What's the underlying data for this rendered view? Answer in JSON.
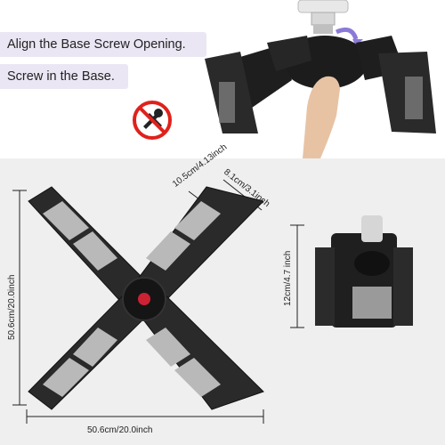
{
  "steps": {
    "step1": "Align the Base Screw Opening.",
    "step2": "Screw in the Base."
  },
  "icons": {
    "no_tools": "no-tools-icon"
  },
  "dimensions": {
    "total_height": "50.6cm/20.0inch",
    "total_width": "50.6cm/20.0inch",
    "panel_length": "10.5cm/4.13inch",
    "panel_width": "8.1cm/3.1inch",
    "folded_height": "12cm/4.7 inch"
  },
  "colors": {
    "label_bg": "#ebe6f4",
    "bottom_bg": "#efefef",
    "prohibit_red": "#e0211c",
    "arrow_purple": "#8c7ad8"
  }
}
